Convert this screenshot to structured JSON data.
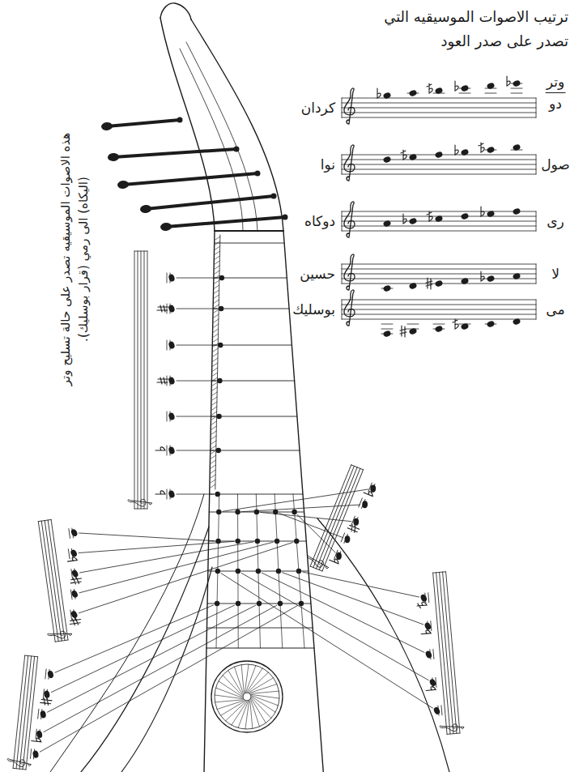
{
  "diagram": {
    "title": "ترتيب الاصوات الموسيقيه التي تصدر على صدر العود",
    "labels": [
      "وتر",
      "دو",
      "كردان",
      "صول",
      "نوا",
      "رى",
      "دوكاه",
      "لا",
      "حسين",
      "مى",
      "بوسليك",
      "هذه الاصوات الموسيقيه تصدر على حالة تسليح وتر (اليكاه) الى رمي (قرار بوسليك)."
    ]
  }
}
